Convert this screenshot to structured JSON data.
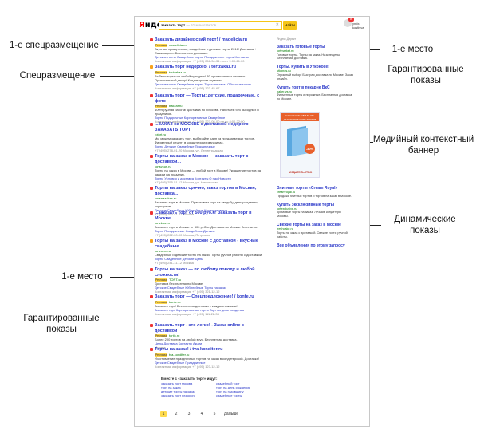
{
  "annotations": {
    "special_first": "1-е спецразмещение",
    "special": "Спецразмещение",
    "first_place_right": "1-е место",
    "guaranteed_right": "Гарантированные показы",
    "media_banner": "Медийный контекстный баннер",
    "dynamic": "Динамические показы",
    "first_place_left": "1-е место",
    "guaranteed_left": "Гарантированные показы"
  },
  "header": {
    "logo_y": "Я",
    "logo_rest": "ндекс",
    "query": "заказать торт",
    "placeholder": "— 51 млн ответов",
    "find_label": "Найти",
    "user": "yndx-kostisva",
    "notif": "99"
  },
  "results": [
    {
      "title": "Заказать дизайнерский торт! / madelicia.ru",
      "url": "madelicia.ru",
      "text": "Вкусные праздничные, свадебные и детские торты 2016! Доставка + Сами вкусно. Бесплатная доставка.",
      "links": "Детские торты   Свадебные торты   Праздничные торты   Контакты",
      "meta": "Контактная информация   +7 (495) 266-34-34   пн-пт 9:00-21:00",
      "icon": "#e33"
    },
    {
      "title": "Заказать торт недорого! / tortzakaz.ru",
      "url": "tortzakaz.ru",
      "text": "Выбери торты на любой праздник! 80 оригинальных начинок. Оригинальный декор! Кондитерские изделия!",
      "links": "Детские торты   Свадебные торты   Торты на заказ   Обычные торты",
      "meta": "Контактная информация   +7 (495) 123-45-67",
      "icon": "#f7a21a"
    },
    {
      "title": "Заказать торт — Торты: детские, подарочные, с фото",
      "url": "bakzar.ru",
      "text": "100% ручная работа! Доставка по г.Москве. Работаем без выходных и праздников.",
      "links": "Торты   Подарочные   Корпоративные   Свадебные",
      "meta": "Контактная информация   +7 (495) 227-08-00   пн-вс 8:00-22:00",
      "icon": "#e33"
    },
    {
      "title": "...ЗАКАЗ на МОСКВЕ с доставкой недорого ЗАКАЗАТЬ ТОРТ",
      "url": "rotort.ru",
      "text": "Мы можем заказать торт, выбирайте один из предлагаемых тортов. Фирменный рецепт в кондитерских магазинах.",
      "links": "Торты   Детские   Свадебные   Праздничные",
      "meta": "+7 (495) 278-01-20   Москва, ул. Ленинградская",
      "icon": "#e33"
    },
    {
      "title": "Торты на заказ в Москве — заказать торт с доставкой...",
      "url": "tortsvkus.ru",
      "text": "Торты на заказ в Москве — любой торт в Москве! Украшение тортов на заказ и на праздник.",
      "links": "Торты   Условия и доставка   Контакты   О нас   Новости",
      "meta": "+7 (495) 255-51-12   Москва, ул. Никольская",
      "icon": "#e33"
    },
    {
      "title": "Торты на заказ срочно, заказ тортов в Москве, доставка...",
      "url": "tortsnazakaz.ru",
      "text": "Заказать торт в Москве. Приготовим торт на свадьбу, день рождения, корпоратив.",
      "links": "Детские   Свадебные   Юбилейные   Корпоративные",
      "meta": "+7 (495) 290-41-21   Москва",
      "icon": "#e33"
    },
    {
      "title": "...заказать торт от 500 руб.кг Заказать торт в Москве...",
      "url": "tortvkus.ru",
      "text": "Заказать торт в Москве от 500 руб/кг. Доставка по Москве бесплатно.",
      "links": "Торты   Праздничные   Свадебные   Детские",
      "meta": "+7 (495) 222-00-00   Москва, Петровка",
      "icon": "#e33"
    },
    {
      "title": "Торты на заказ в Москве с доставкой - вкусные свадебные...",
      "url": "tortvsem.ru",
      "text": "Свадебные и детские торты на заказ. Торты ручной работы с доставкой.",
      "links": "Торты   Свадебные   Детские   Цены",
      "meta": "+7 (495) 241-11-12   Москва",
      "icon": "#f7a21a"
    },
    {
      "title": "Торты на заказ — по любому поводу и любой сложности!",
      "url": "TORT.ru",
      "text": "Доставка бесплатная по Москве!",
      "links": "Детские   Свадебные   Юбилейные   Торты на заказ",
      "meta": "Контактная информация   +7 (495) 321-12-12",
      "icon": "#e33"
    },
    {
      "title": "Заказать торт — Спецпредложение! / konfe.ru",
      "url": "konfe.ru",
      "text": "Заказать торт! Бесплатная доставка с каждым заказом!",
      "links": "Заказать торт   Корпоративные торты   Торт на день рождения",
      "meta": "Контактная информация   +7 (495) 111-22-33",
      "icon": "#e33"
    },
    {
      "title": "Заказать торт - это легко! - Заказ online с доставкой",
      "url": "tortik.ru",
      "text": "Более 200 тортов на любой вкус. Бесплатная доставка.",
      "links": "Цены   Доставка   Контакты   Акции",
      "meta": "Москва",
      "icon": "#e33"
    },
    {
      "title": "Торты на заказ! / tva-konditer.ru",
      "url": "tva-konditer.ru",
      "text": "Изготовление праздничных тортов на заказ в кондитерской. Доставка!",
      "links": "Детские   Свадебные   Праздничные",
      "meta": "Контактная информация   +7 (495) 123-12-12",
      "icon": "#e33"
    }
  ],
  "right": {
    "header": "Яндекс.Директ",
    "ads": [
      {
        "title": "Заказать готовые торты",
        "url": "tortmarket.ru",
        "text": "Готовые торты. Торты на заказ. Низкие цены. Бесплатная доставка."
      },
      {
        "title": "Торты. Купить в Утконосе!",
        "url": "utkonos.ru",
        "text": "Огромный выбор! Быстрая доставка по Москве. Заказ онлайн."
      },
      {
        "title": "Купить торт в пекарне ВкС",
        "url": "baker-vs.ru",
        "text": "Фирменные торты и пирожные. Бесплатная доставка по Москве."
      }
    ],
    "banner_top": "НАЧАЛЬНОЕ ОБУЧЕНИЕ ДЕКОРИРОВАНИЮ ТОРТОВ",
    "banner_discount": "-30%",
    "banner_brand": "ИЗДАТЕЛЬСТВО",
    "dyn": [
      {
        "title": "Элитные торты «Cream Royal»",
        "url": "creamroyal.ru",
        "text": "Продажа элитных тортов и тортов на заказ в Москве."
      },
      {
        "title": "Купить эксклюзивные торты",
        "url": "tortexclusive.ru",
        "text": "Кремовые торты на заказ. Лучшие кондитеры Москвы."
      },
      {
        "title": "Свежие торты на заказ в Москве",
        "url": "freshcake.ru",
        "text": "Торты на заказ с доставкой. Свежие торты ручной работы."
      }
    ],
    "more_link": "Все объявления по этому запросу"
  },
  "related": {
    "heading": "Вместе с «заказать торт» ищут:",
    "items": [
      "заказать торт москва",
      "свадебный торт",
      "торт на заказ",
      "торт на день рождения",
      "детские торты на заказ",
      "торт на годовщину",
      "заказать торт недорого",
      "свадебные торты"
    ]
  },
  "pager": {
    "pages": [
      "1",
      "2",
      "3",
      "4",
      "5"
    ],
    "next": "дальше"
  }
}
